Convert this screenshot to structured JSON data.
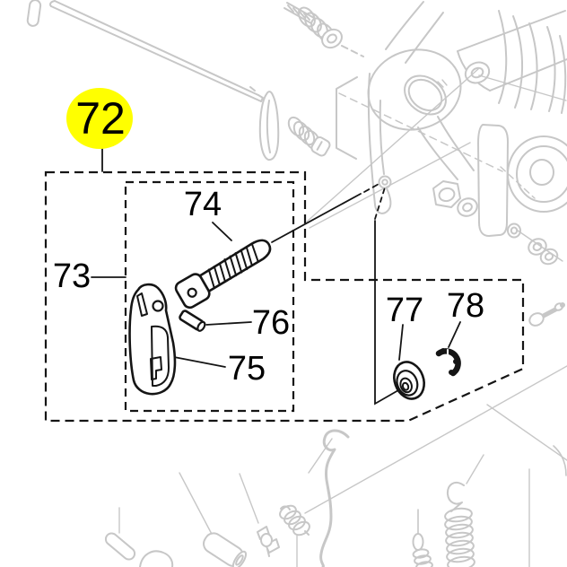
{
  "diagram": {
    "highlighted_part": {
      "number": "72",
      "badge_shape": "yellow-ellipse",
      "badge_color": "#ffff00"
    },
    "part_labels": {
      "assembly_badge": "72",
      "group_box": "73",
      "screw": "74",
      "lever": "75",
      "pin": "76",
      "washer": "77",
      "e_clip": "78"
    },
    "colors": {
      "foreground_line": "#111111",
      "background_parts": "#c7c7c7",
      "highlight": "#ffff00",
      "canvas": "#ffffff"
    }
  }
}
